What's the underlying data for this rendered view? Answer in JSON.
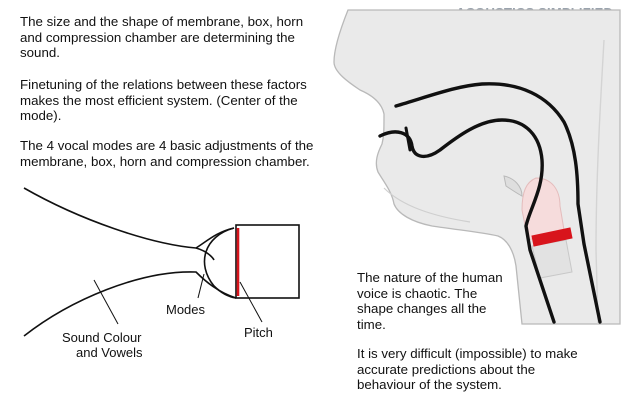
{
  "brand": "ACOUSTICS SIMPLIFIED",
  "text": {
    "p1": "The size and the shape of membrane, box, horn and compression chamber are determining the sound.",
    "p2": "Finetuning of the relations between these factors makes the most efficient system. (Center of the mode).",
    "p3": "The 4 vocal modes are 4 basic adjustments of the membrane, box, horn and compression chamber.",
    "p4": "The nature of the human voice is chaotic. The shape changes all the time.",
    "p5": "It is very difficult (impossible) to make accurate predictions about the behaviour of the system."
  },
  "labels": {
    "modes": "Modes",
    "pitch": "Pitch",
    "sound_colour_line1": "Sound Colour",
    "sound_colour_line2": "and Vowels"
  },
  "colors": {
    "brand": "#9aa3ad",
    "membrane": "#d8141c",
    "outline": "#111111",
    "tissue": "#eaeaea",
    "tissue_stroke": "#b9b9b9",
    "larynx": "#f6dcdc"
  }
}
